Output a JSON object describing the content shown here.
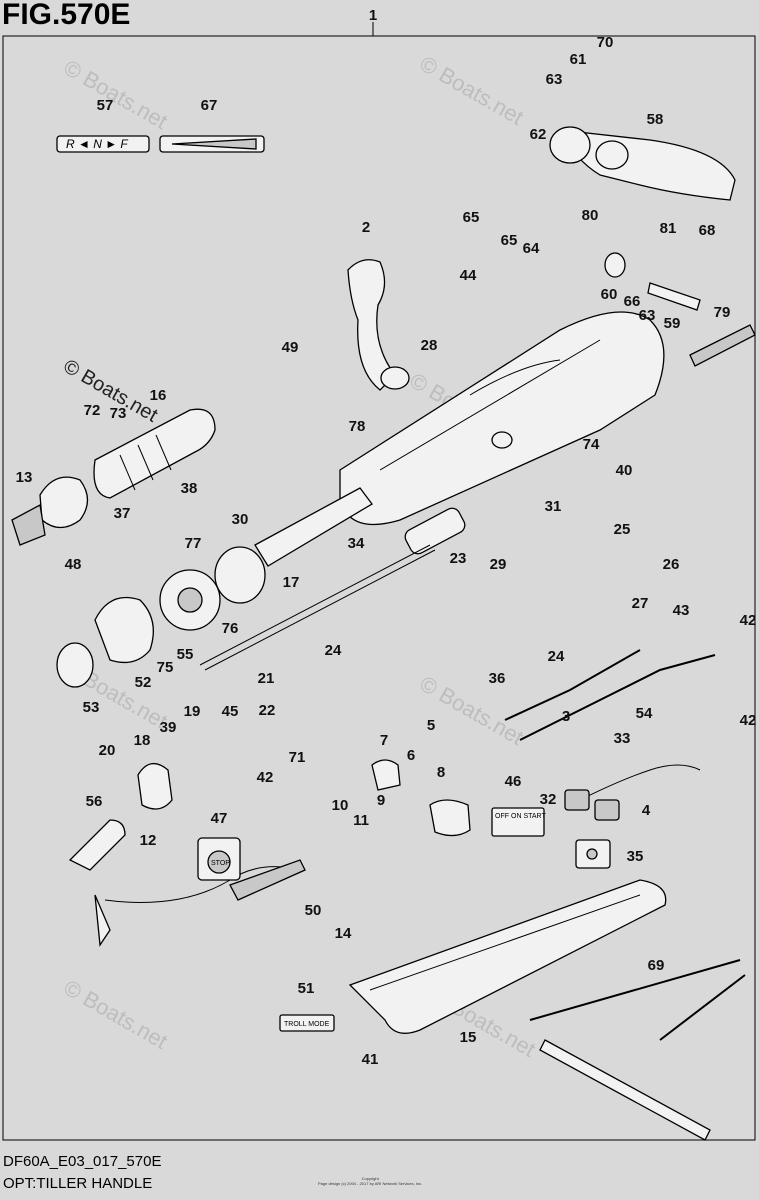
{
  "figure": {
    "title": "FIG.570E",
    "code": "DF60A_E03_017_570E",
    "description": "OPT:TILLER HANDLE",
    "copyright": "Copyright\nPage design (c) 2004 - 2017 by ARI Network Services, Inc."
  },
  "watermark": "© Boats.net",
  "decals": {
    "shift": "R ◄ N ► F",
    "switch_off": "OFF",
    "switch_on_start": "ON START",
    "stop": "STOP",
    "troll": "TROLL MODE"
  },
  "callouts": [
    {
      "id": "1",
      "label": "1"
    },
    {
      "id": "2",
      "label": "2"
    },
    {
      "id": "3",
      "label": "3"
    },
    {
      "id": "4",
      "label": "4"
    },
    {
      "id": "5",
      "label": "5"
    },
    {
      "id": "6",
      "label": "6"
    },
    {
      "id": "7",
      "label": "7"
    },
    {
      "id": "8",
      "label": "8"
    },
    {
      "id": "9",
      "label": "9"
    },
    {
      "id": "10",
      "label": "10"
    },
    {
      "id": "11",
      "label": "11"
    },
    {
      "id": "12",
      "label": "12"
    },
    {
      "id": "13",
      "label": "13"
    },
    {
      "id": "14",
      "label": "14"
    },
    {
      "id": "15",
      "label": "15"
    },
    {
      "id": "16",
      "label": "16"
    },
    {
      "id": "17",
      "label": "17"
    },
    {
      "id": "18",
      "label": "18"
    },
    {
      "id": "19",
      "label": "19"
    },
    {
      "id": "20",
      "label": "20"
    },
    {
      "id": "21",
      "label": "21"
    },
    {
      "id": "22",
      "label": "22"
    },
    {
      "id": "23",
      "label": "23"
    },
    {
      "id": "24a",
      "label": "24"
    },
    {
      "id": "24b",
      "label": "24"
    },
    {
      "id": "25",
      "label": "25"
    },
    {
      "id": "26",
      "label": "26"
    },
    {
      "id": "27",
      "label": "27"
    },
    {
      "id": "28",
      "label": "28"
    },
    {
      "id": "29",
      "label": "29"
    },
    {
      "id": "30",
      "label": "30"
    },
    {
      "id": "31",
      "label": "31"
    },
    {
      "id": "32",
      "label": "32"
    },
    {
      "id": "33",
      "label": "33"
    },
    {
      "id": "34",
      "label": "34"
    },
    {
      "id": "35",
      "label": "35"
    },
    {
      "id": "36",
      "label": "36"
    },
    {
      "id": "37",
      "label": "37"
    },
    {
      "id": "38",
      "label": "38"
    },
    {
      "id": "39",
      "label": "39"
    },
    {
      "id": "40",
      "label": "40"
    },
    {
      "id": "41",
      "label": "41"
    },
    {
      "id": "42a",
      "label": "42"
    },
    {
      "id": "42b",
      "label": "42"
    },
    {
      "id": "42c",
      "label": "42"
    },
    {
      "id": "43",
      "label": "43"
    },
    {
      "id": "44",
      "label": "44"
    },
    {
      "id": "45",
      "label": "45"
    },
    {
      "id": "46",
      "label": "46"
    },
    {
      "id": "47",
      "label": "47"
    },
    {
      "id": "48",
      "label": "48"
    },
    {
      "id": "49",
      "label": "49"
    },
    {
      "id": "50",
      "label": "50"
    },
    {
      "id": "51",
      "label": "51"
    },
    {
      "id": "52",
      "label": "52"
    },
    {
      "id": "53",
      "label": "53"
    },
    {
      "id": "54",
      "label": "54"
    },
    {
      "id": "55",
      "label": "55"
    },
    {
      "id": "56",
      "label": "56"
    },
    {
      "id": "57",
      "label": "57"
    },
    {
      "id": "58",
      "label": "58"
    },
    {
      "id": "59",
      "label": "59"
    },
    {
      "id": "60",
      "label": "60"
    },
    {
      "id": "61",
      "label": "61"
    },
    {
      "id": "62",
      "label": "62"
    },
    {
      "id": "63a",
      "label": "63"
    },
    {
      "id": "63b",
      "label": "63"
    },
    {
      "id": "64",
      "label": "64"
    },
    {
      "id": "65a",
      "label": "65"
    },
    {
      "id": "65b",
      "label": "65"
    },
    {
      "id": "66",
      "label": "66"
    },
    {
      "id": "67",
      "label": "67"
    },
    {
      "id": "68",
      "label": "68"
    },
    {
      "id": "69",
      "label": "69"
    },
    {
      "id": "70",
      "label": "70"
    },
    {
      "id": "71",
      "label": "71"
    },
    {
      "id": "72",
      "label": "72"
    },
    {
      "id": "73",
      "label": "73"
    },
    {
      "id": "74",
      "label": "74"
    },
    {
      "id": "75",
      "label": "75"
    },
    {
      "id": "76",
      "label": "76"
    },
    {
      "id": "77",
      "label": "77"
    },
    {
      "id": "78",
      "label": "78"
    },
    {
      "id": "79",
      "label": "79"
    },
    {
      "id": "80",
      "label": "80"
    },
    {
      "id": "81",
      "label": "81"
    }
  ]
}
